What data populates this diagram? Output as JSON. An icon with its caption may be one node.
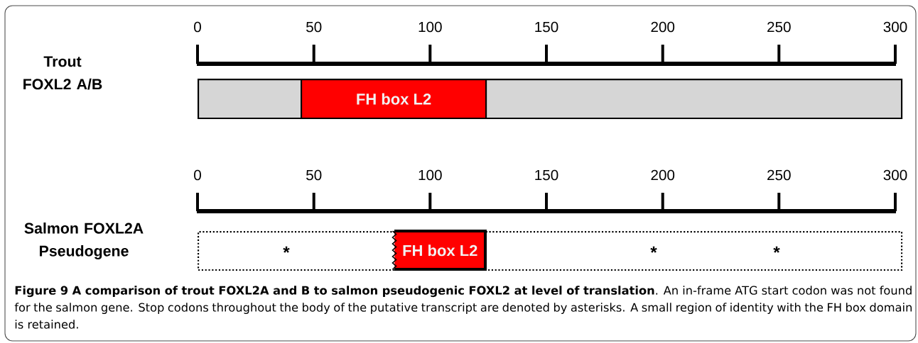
{
  "diagram": {
    "caption": "**Figure 9 A comparison of trout FOXL2A and B to salmon pseudogenic FOXL2 at level of translation**. An in-frame ATG start codon was not found for the salmon gene. Stop codons throughout the body of the putative transcript are denoted by asterisks. A small region of identity with the FH box domain is retained.",
    "nodes": [
      {
        "text": [],
        "shape": "bar"
      },
      {
        "text": [
          "FH box L2"
        ],
        "in": 0
      },
      {
        "text": [],
        "shape": "bar"
      },
      {
        "text": [
          "FH box L2"
        ],
        "in": 2
      }
    ],
    "labels": [
      "0",
      "50",
      "100",
      "150",
      "200",
      "250",
      "300",
      "Trout FOXL2 A/B",
      "0",
      "50",
      "100",
      "150",
      "200",
      "250",
      "300",
      "Salmon FOXL2A Pseudogene",
      "*",
      "*",
      "*"
    ]
  }
}
